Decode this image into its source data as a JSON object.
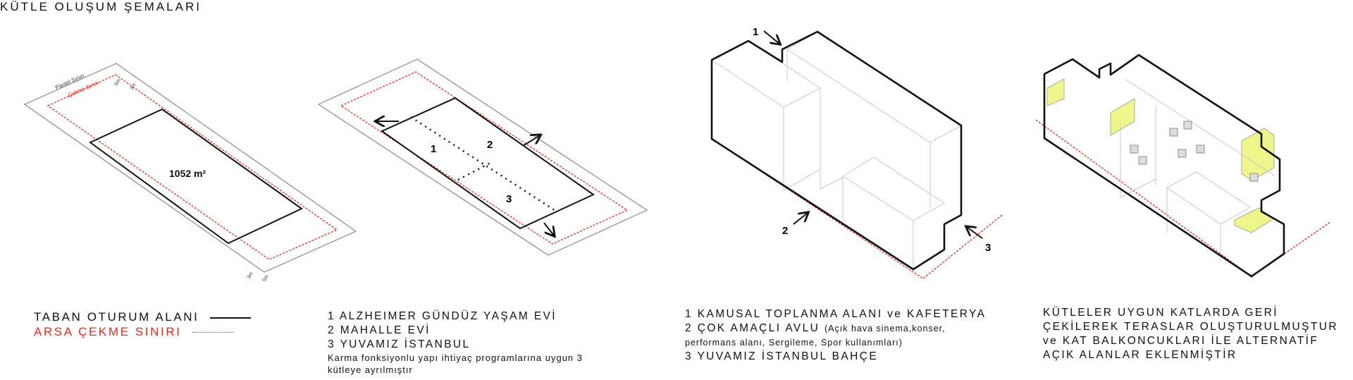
{
  "title": "KÜTLE OLUŞUM  ŞEMALARI",
  "colors": {
    "outline": "#111111",
    "parcel": "#8a8a8a",
    "setback": "#e8281e",
    "terrace": "#eef58a",
    "face": "#ffffff",
    "edge": "#c8c8c8"
  },
  "diagram1": {
    "parcel_label": "Parsel Sınırı",
    "setback_label": "Çekme Sınırı",
    "dim_5m_a": "5m",
    "dim_3m_a": "3m",
    "dim_3m_b": "3m",
    "dim_5m_b": "5m",
    "area": "1052 m²"
  },
  "diagram2": {
    "n1": "1",
    "n2": "2",
    "n3": "3"
  },
  "diagram3": {
    "n1": "1",
    "n2": "2",
    "n3": "3"
  },
  "legend": {
    "footprint_label": "TABAN OTURUM ALANI",
    "setback_label": "ARSA ÇEKME SINIRI"
  },
  "caption2": {
    "l1": "1 ALZHEIMER GÜNDÜZ YAŞAM EVİ",
    "l2": "2 MAHALLE EVİ",
    "l3": "3 YUVAMIZ İSTANBUL",
    "note1": "Karma fonksiyonlu yapı ihtiyaç programlarına uygun 3",
    "note2": "kütleye ayrılmıştır"
  },
  "caption3": {
    "l1": "1 KAMUSAL TOPLANMA ALANI ve KAFETERYA",
    "l2_main": "2 ÇOK AMAÇLI AVLU",
    "l2_sub1": "(Açık hava sinema,konser,",
    "l2_sub2": "performans alanı, Sergileme, Spor kullanımları)",
    "l3": "3 YUVAMIZ İSTANBUL BAHÇE"
  },
  "caption4": {
    "l1": "KÜTLELER UYGUN KATLARDA GERİ",
    "l2": "ÇEKİLEREK TERASLAR OLUŞTURULMUŞTUR",
    "l3": "ve KAT BALKONCUKLARI İLE ALTERNATİF",
    "l4": "AÇIK ALANLAR EKLENMİŞTİR"
  }
}
